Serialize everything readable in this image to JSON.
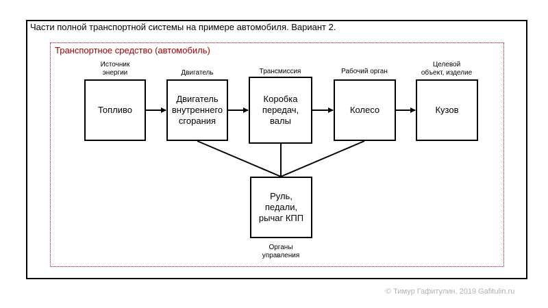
{
  "frame": {
    "title": "Части полной транспортной системы на примере автомобиля. Вариант 2."
  },
  "vehicle": {
    "title": "Транспортное средство (автомобиль)"
  },
  "nodes": {
    "fuel": {
      "label": "Топливо",
      "caption": "Источник\nэнергии"
    },
    "engine": {
      "label": "Двигатель\nвнутреннего\nсгорания",
      "caption": "Двигатель"
    },
    "transmission": {
      "label": "Коробка\nпередач,\nвалы",
      "caption": "Трансмиссия"
    },
    "wheel": {
      "label": "Колесо",
      "caption": "Рабочий орган"
    },
    "body": {
      "label": "Кузов",
      "caption": "Целевой\nобъект, изделие"
    },
    "controls": {
      "label": "Руль,\nпедали,\nрычаг КПП",
      "caption": "Органы\nуправления"
    }
  },
  "colors": {
    "vehicle_border": "#a80000",
    "copyright": "#b3b3b3"
  },
  "copyright": "© Тимур Гафитулин, 2019 Gafitulin.ru"
}
